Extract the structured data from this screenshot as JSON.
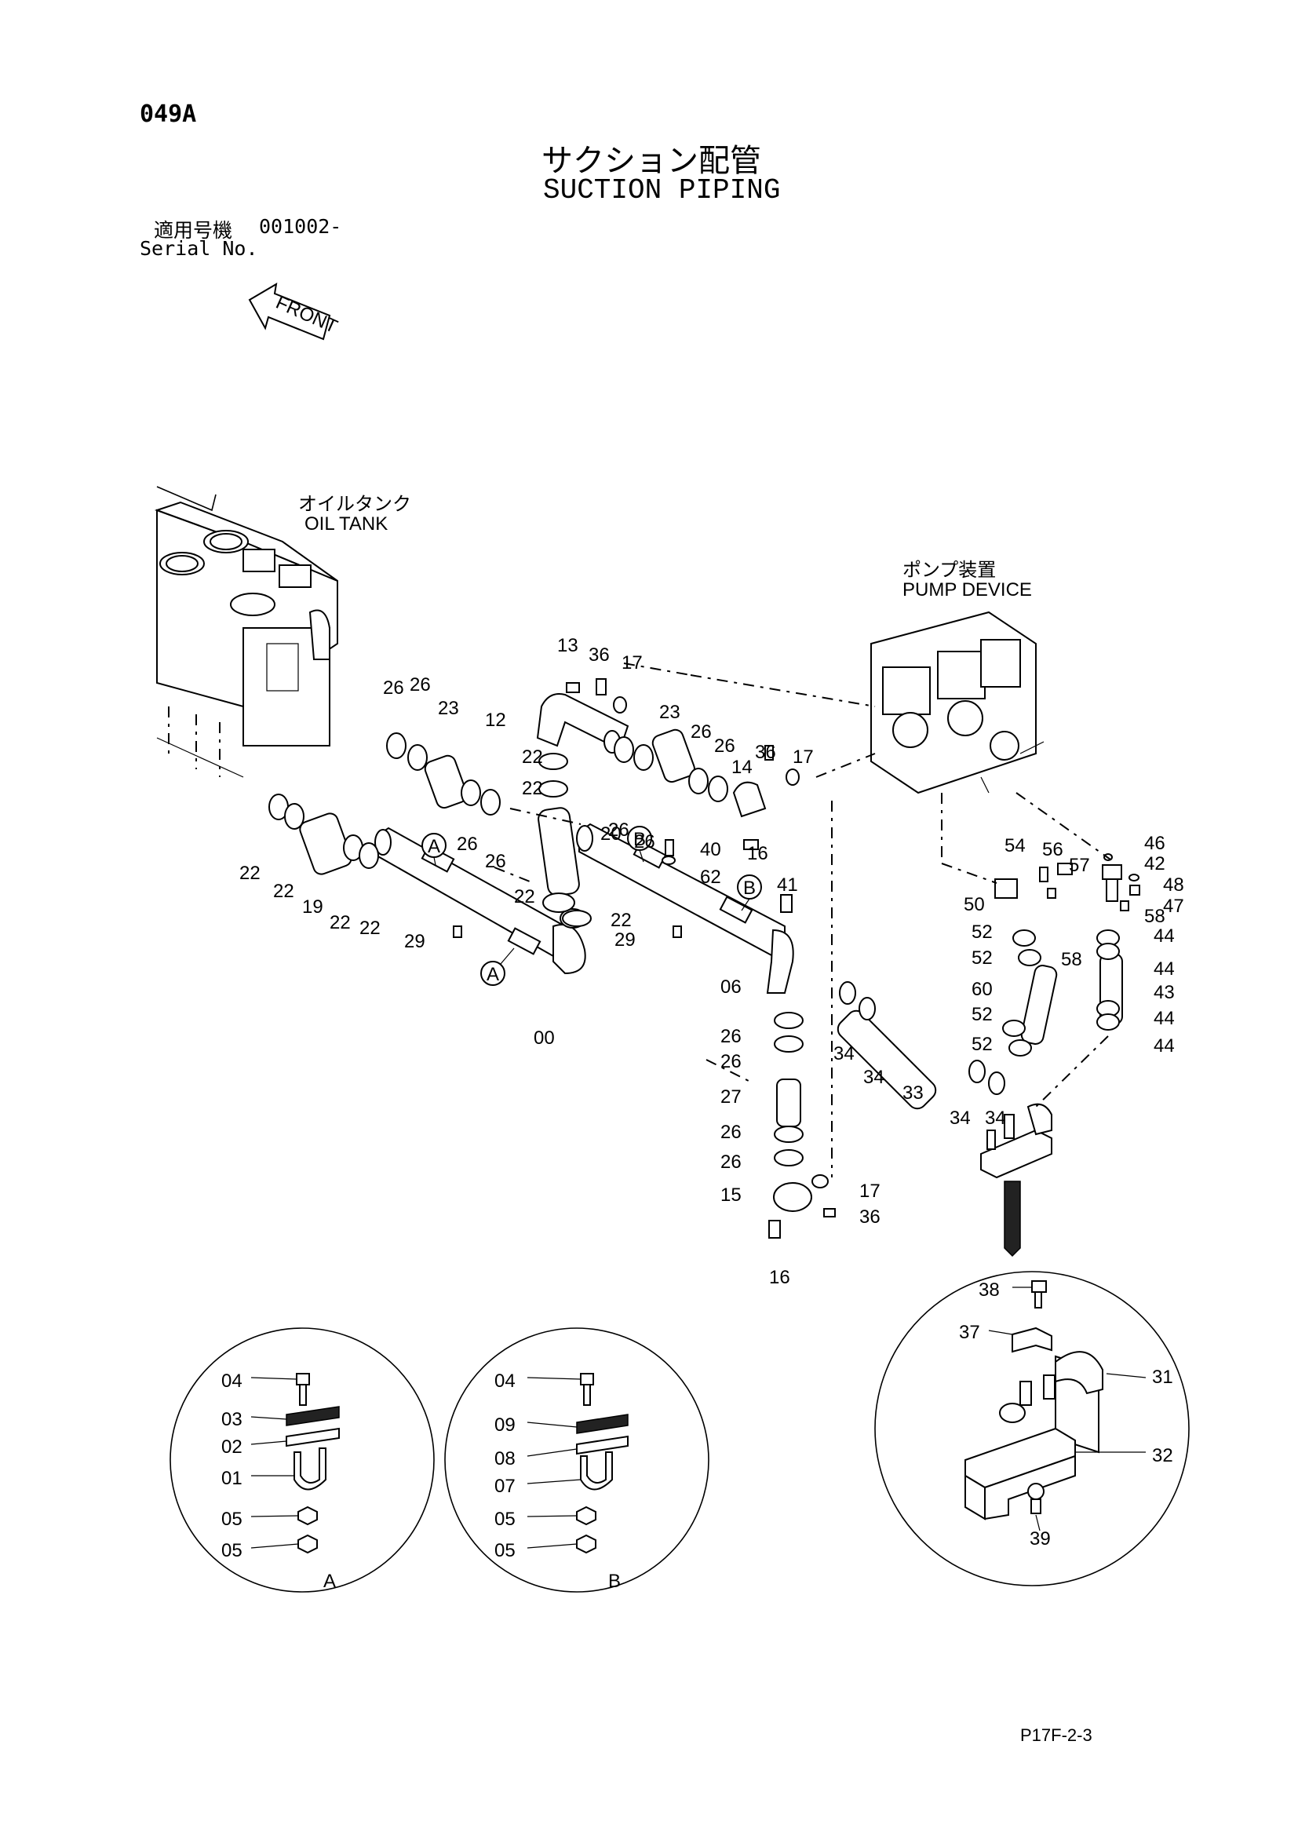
{
  "page_id": "049A",
  "title_jp": "サクション配管",
  "title_en": "SUCTION PIPING",
  "serial": {
    "label_jp": "適用号機",
    "label_en": "Serial No.",
    "value": "001002-"
  },
  "front_arrow": "FRONT",
  "oil_tank": {
    "jp": "オイルタンク",
    "en": "OIL TANK"
  },
  "pump_device": {
    "jp": "ポンプ装置",
    "en": "PUMP DEVICE"
  },
  "detail_a_label": "A",
  "detail_b_label": "B",
  "footer_code": "P17F-2-3",
  "callouts": [
    {
      "text": "26"
    },
    {
      "text": "26"
    },
    {
      "text": "23"
    },
    {
      "text": "22"
    },
    {
      "text": "22"
    },
    {
      "text": "19"
    },
    {
      "text": "22"
    },
    {
      "text": "22"
    },
    {
      "text": "22"
    },
    {
      "text": "22"
    },
    {
      "text": "26"
    },
    {
      "text": "26"
    },
    {
      "text": "13"
    },
    {
      "text": "36"
    },
    {
      "text": "17"
    },
    {
      "text": "12"
    },
    {
      "text": "23"
    },
    {
      "text": "26"
    },
    {
      "text": "26"
    },
    {
      "text": "36"
    },
    {
      "text": "17"
    },
    {
      "text": "26"
    },
    {
      "text": "26"
    },
    {
      "text": "14"
    },
    {
      "text": "20"
    },
    {
      "text": "40"
    },
    {
      "text": "16"
    },
    {
      "text": "62"
    },
    {
      "text": "41"
    },
    {
      "text": "22"
    },
    {
      "text": "22"
    },
    {
      "text": "29"
    },
    {
      "text": "29"
    },
    {
      "text": "00"
    },
    {
      "text": "06"
    },
    {
      "text": "26"
    },
    {
      "text": "26"
    },
    {
      "text": "27"
    },
    {
      "text": "26"
    },
    {
      "text": "26"
    },
    {
      "text": "15"
    },
    {
      "text": "17"
    },
    {
      "text": "36"
    },
    {
      "text": "16"
    },
    {
      "text": "34"
    },
    {
      "text": "34"
    },
    {
      "text": "33"
    },
    {
      "text": "34"
    },
    {
      "text": "34"
    },
    {
      "text": "54"
    },
    {
      "text": "56"
    },
    {
      "text": "57"
    },
    {
      "text": "50"
    },
    {
      "text": "58"
    },
    {
      "text": "52"
    },
    {
      "text": "52"
    },
    {
      "text": "60"
    },
    {
      "text": "52"
    },
    {
      "text": "52"
    },
    {
      "text": "46"
    },
    {
      "text": "42"
    },
    {
      "text": "48"
    },
    {
      "text": "47"
    },
    {
      "text": "58"
    },
    {
      "text": "44"
    },
    {
      "text": "44"
    },
    {
      "text": "43"
    },
    {
      "text": "44"
    },
    {
      "text": "44"
    },
    {
      "text": "04"
    },
    {
      "text": "03"
    },
    {
      "text": "02"
    },
    {
      "text": "01"
    },
    {
      "text": "05"
    },
    {
      "text": "05"
    },
    {
      "text": "04"
    },
    {
      "text": "09"
    },
    {
      "text": "08"
    },
    {
      "text": "07"
    },
    {
      "text": "05"
    },
    {
      "text": "05"
    },
    {
      "text": "38"
    },
    {
      "text": "37"
    },
    {
      "text": "31"
    },
    {
      "text": "32"
    },
    {
      "text": "39"
    }
  ]
}
